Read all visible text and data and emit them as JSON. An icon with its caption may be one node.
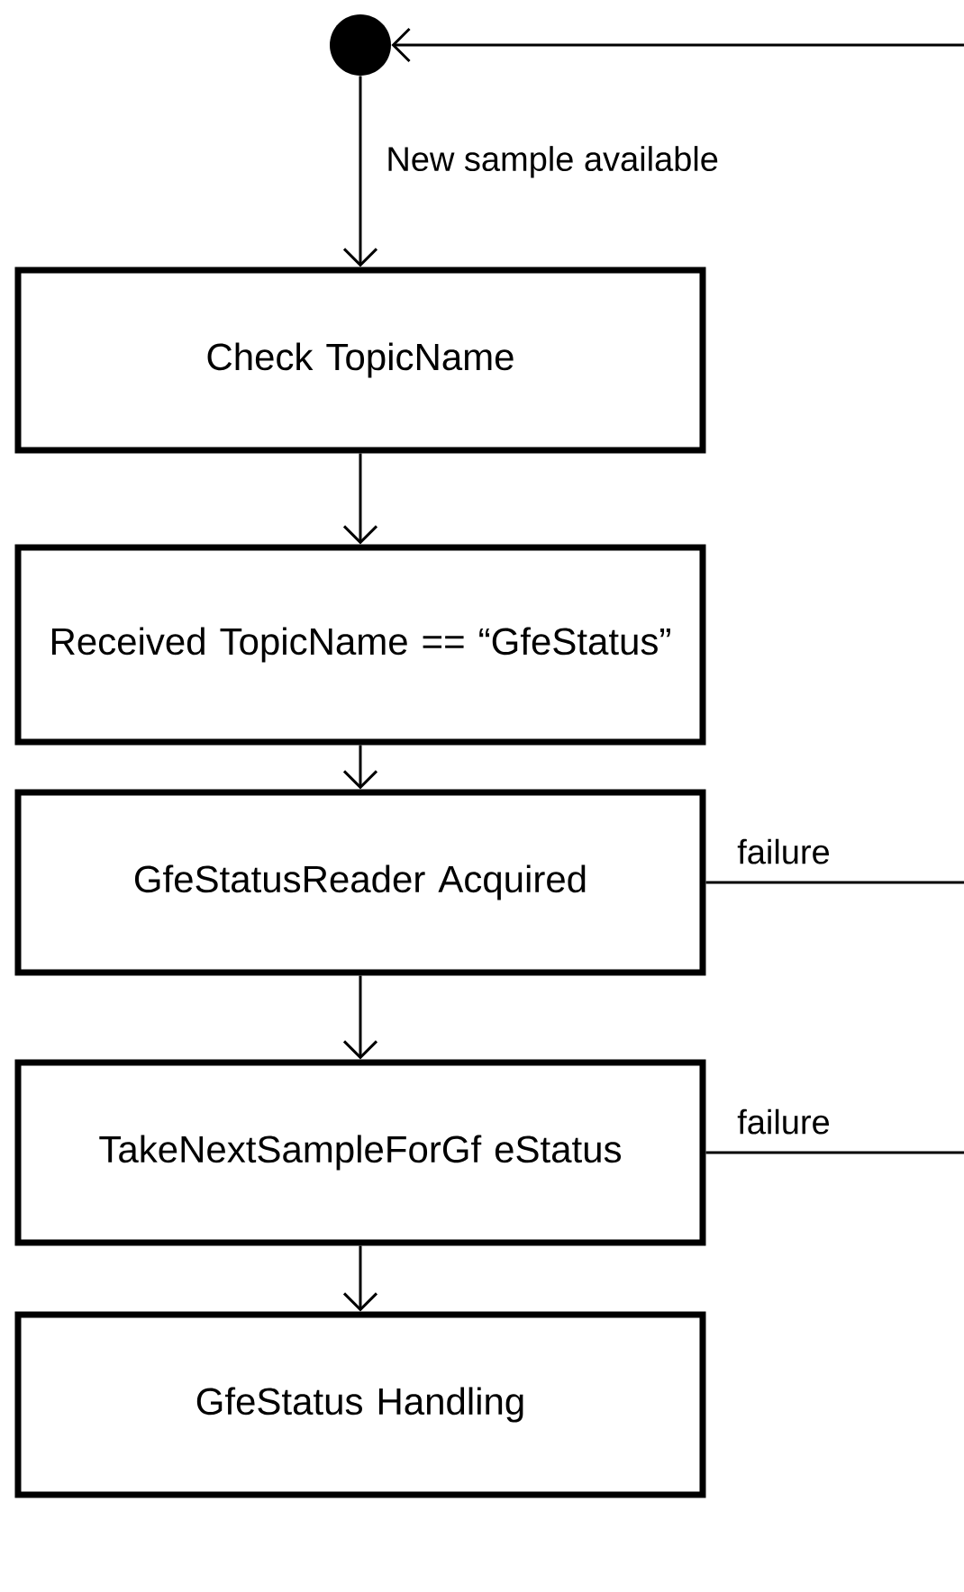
{
  "diagram": {
    "nodes": [
      {
        "text": [],
        "shape": "circle"
      },
      {
        "text": [
          "Check TopicName"
        ]
      },
      {
        "text": [
          "Received TopicName == “GfeStatus”"
        ]
      },
      {
        "text": [
          "GfeStatusReader Acquired"
        ]
      },
      {
        "text": [
          "TakeNextSampleForGf eStatus"
        ]
      },
      {
        "text": [
          "GfeStatus Handling"
        ]
      }
    ],
    "edges": [
      {
        "from": null,
        "to": 0,
        "arrow": "to"
      },
      {
        "from": 0,
        "to": 1,
        "arrow": "to",
        "label": "New sample available"
      },
      {
        "from": 1,
        "to": 2,
        "arrow": "to"
      },
      {
        "from": 2,
        "to": 3,
        "arrow": "to"
      },
      {
        "from": 3,
        "to": 4,
        "arrow": "to"
      },
      {
        "from": 4,
        "to": 5,
        "arrow": "to"
      },
      {
        "from": 3,
        "to": null,
        "arrow": "none",
        "label": "failure"
      },
      {
        "from": 4,
        "to": null,
        "arrow": "none",
        "label": "failure"
      }
    ]
  }
}
